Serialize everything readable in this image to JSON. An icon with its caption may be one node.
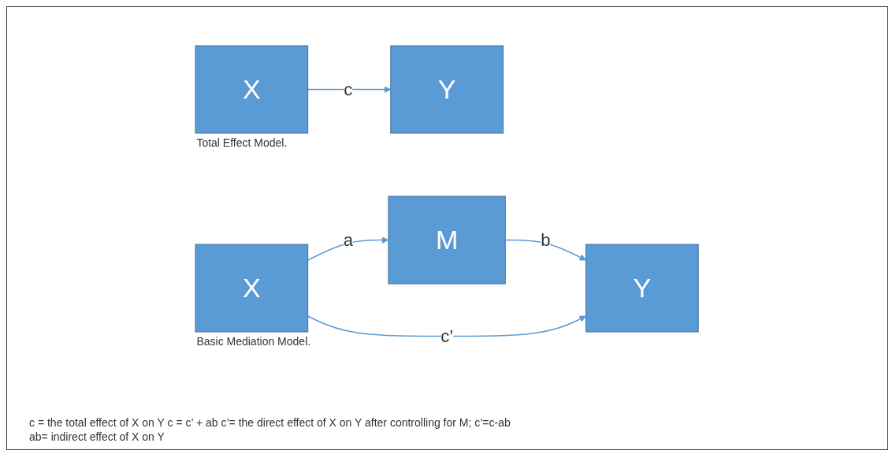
{
  "diagram": {
    "nodes": [
      {
        "text": [
          "X"
        ],
        "beside": [
          "Total Effect Model."
        ]
      },
      {
        "text": [
          "Y"
        ]
      },
      {
        "text": [
          "M"
        ]
      },
      {
        "text": [
          "X"
        ],
        "beside": [
          "Basic Mediation Model."
        ]
      },
      {
        "text": [
          "Y"
        ]
      }
    ],
    "edges": [
      {
        "from": 0,
        "to": 1,
        "arrow": "to",
        "label": "c"
      },
      {
        "from": 3,
        "to": 2,
        "arrow": "to",
        "label": "a"
      },
      {
        "from": 2,
        "to": 4,
        "arrow": "to",
        "label": "b"
      },
      {
        "from": 3,
        "to": 4,
        "arrow": "to",
        "label": "c’"
      }
    ],
    "labels": [
      "c = the total effect of X on Y c = c’ + ab c’= the direct effect of X on Y after controlling for M; c’=c-ab",
      "ab= indirect effect of X on Y"
    ]
  }
}
